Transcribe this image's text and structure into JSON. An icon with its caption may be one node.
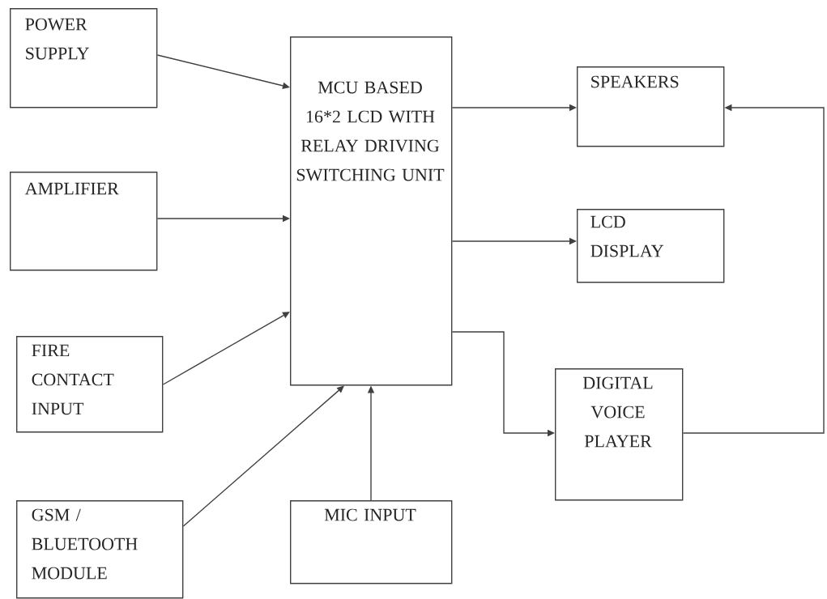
{
  "diagram": {
    "nodes": [
      {
        "text": [
          "POWER SUPPLY"
        ]
      },
      {
        "text": [
          "AMPLIFIER"
        ]
      },
      {
        "text": [
          "FIRE CONTACT INPUT"
        ]
      },
      {
        "text": [
          "GSM / BLUETOOTH MODULE"
        ]
      },
      {
        "text": [
          "MCU BASED 16*2 LCD WITH RELAY DRIVING SWITCHING UNIT"
        ]
      },
      {
        "text": [
          "MIC INPUT"
        ]
      },
      {
        "text": [
          "SPEAKERS"
        ]
      },
      {
        "text": [
          "LCD DISPLAY"
        ]
      },
      {
        "text": [
          "DIGITAL VOICE PLAYER"
        ]
      }
    ],
    "edges": [
      {
        "from": 0,
        "to": 4,
        "arrow": "to"
      },
      {
        "from": 1,
        "to": 4,
        "arrow": "to"
      },
      {
        "from": 2,
        "to": 4,
        "arrow": "to"
      },
      {
        "from": 3,
        "to": 4,
        "arrow": "to"
      },
      {
        "from": 5,
        "to": 4,
        "arrow": "to"
      },
      {
        "from": 4,
        "to": 6,
        "arrow": "to"
      },
      {
        "from": 4,
        "to": 7,
        "arrow": "to"
      },
      {
        "from": 4,
        "to": 8,
        "arrow": "to"
      },
      {
        "from": 8,
        "to": 6,
        "arrow": "to"
      }
    ]
  }
}
